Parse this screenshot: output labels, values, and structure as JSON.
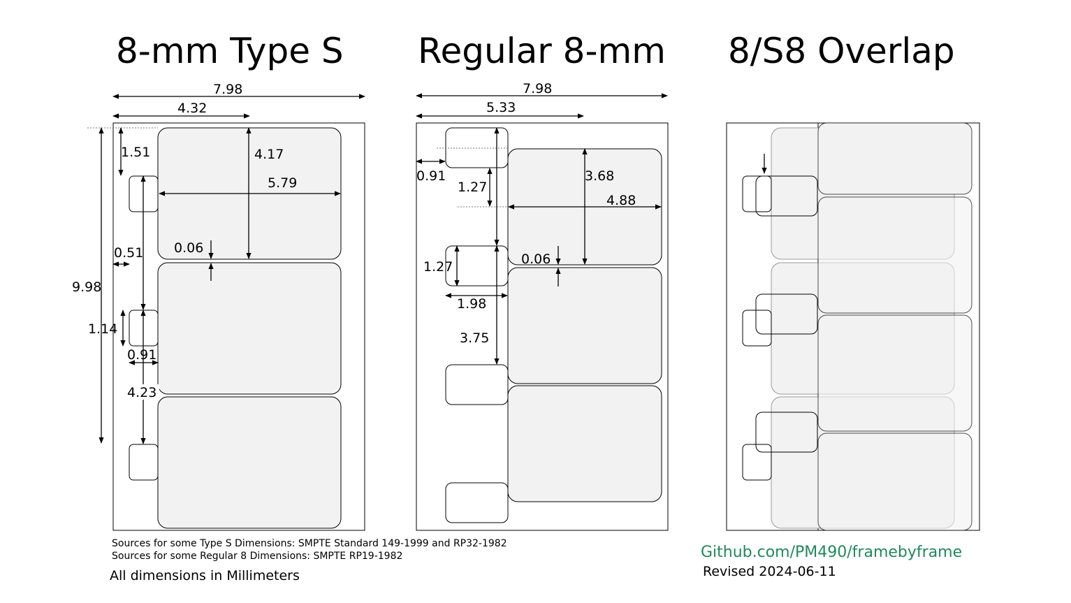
{
  "titles": {
    "super8": "8-mm Type S",
    "regular8": "Regular 8-mm",
    "overlap": "8/S8 Overlap"
  },
  "super8_dims": {
    "strip_width": "7.98",
    "edge_to_frame_center": "4.32",
    "perf_to_edge": "1.51",
    "frame_height": "4.17",
    "frame_width": "5.79",
    "edge_offset": "0.51",
    "frame_gap": "0.06",
    "five_pitch": "9.98",
    "perf_height": "1.14",
    "perf_width": "0.91",
    "perf_pitch": "4.23"
  },
  "regular8_dims": {
    "strip_width": "7.98",
    "edge_to_frame_center": "5.33",
    "perf_edge": "0.91",
    "perf_offset": "1.27",
    "frame_height": "3.68",
    "frame_width": "4.88",
    "perf_height": "1.27",
    "frame_gap": "0.06",
    "perf_width": "1.98",
    "perf_pitch": "3.75"
  },
  "notes": {
    "source_s8": "Sources for some Type S Dimensions: SMPTE Standard 149-1999 and RP32-1982",
    "source_r8": "Sources for some Regular 8 Dimensions: SMPTE RP19-1982",
    "units": "All dimensions in Millimeters",
    "link": "Github.com/PM490/framebyframe",
    "revised": "Revised 2024-06-11"
  },
  "colors": {
    "frame_fill": "#f2f2f2",
    "link": "#1f8a5b"
  }
}
